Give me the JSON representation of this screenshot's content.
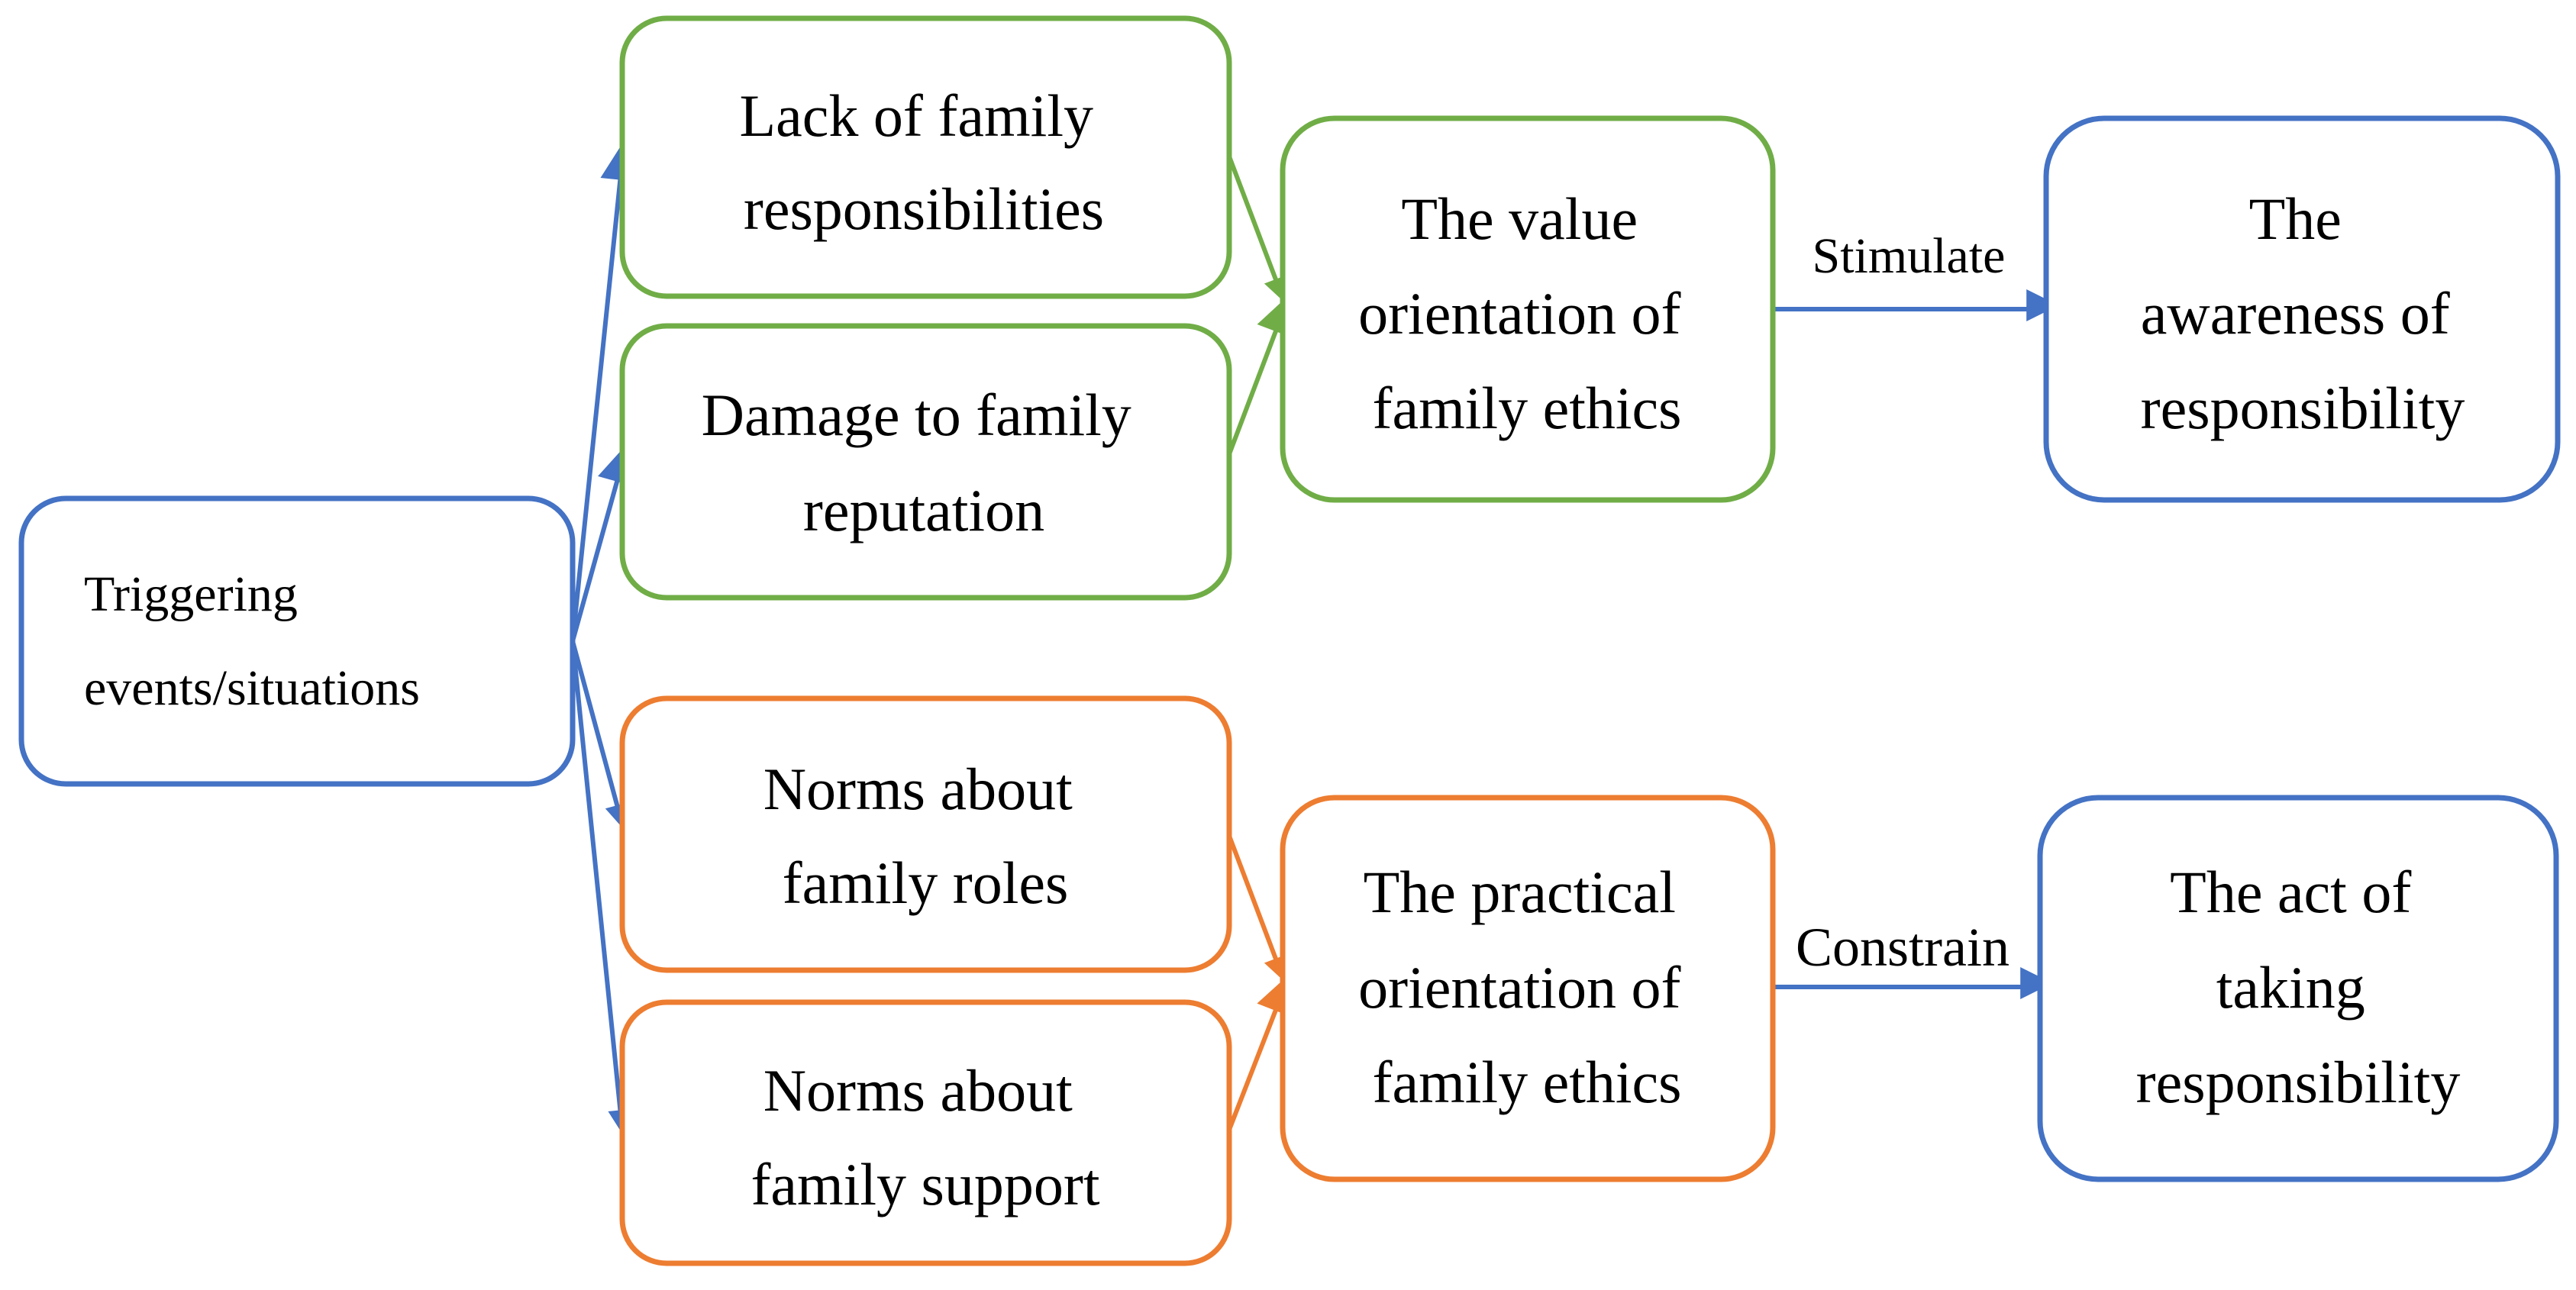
{
  "colors": {
    "blue": "#4472C4",
    "green": "#70AD47",
    "orange": "#ED7D31"
  },
  "nodes": {
    "trigger": [
      "Triggering",
      "events/situations"
    ],
    "lack": [
      "Lack of family",
      "responsibilities"
    ],
    "damage": [
      "Damage to family",
      "reputation"
    ],
    "roles": [
      "Norms about",
      "family roles"
    ],
    "support": [
      "Norms about",
      "family support"
    ],
    "value": [
      "The value",
      "orientation of",
      "family ethics"
    ],
    "practical": [
      "The practical",
      "orientation of",
      "family ethics"
    ],
    "awareness": [
      "The",
      "awareness of",
      "responsibility"
    ],
    "act": [
      "The act of",
      "taking",
      "responsibility"
    ]
  },
  "edges": {
    "stimulate": "Stimulate",
    "constrain": "Constrain"
  }
}
